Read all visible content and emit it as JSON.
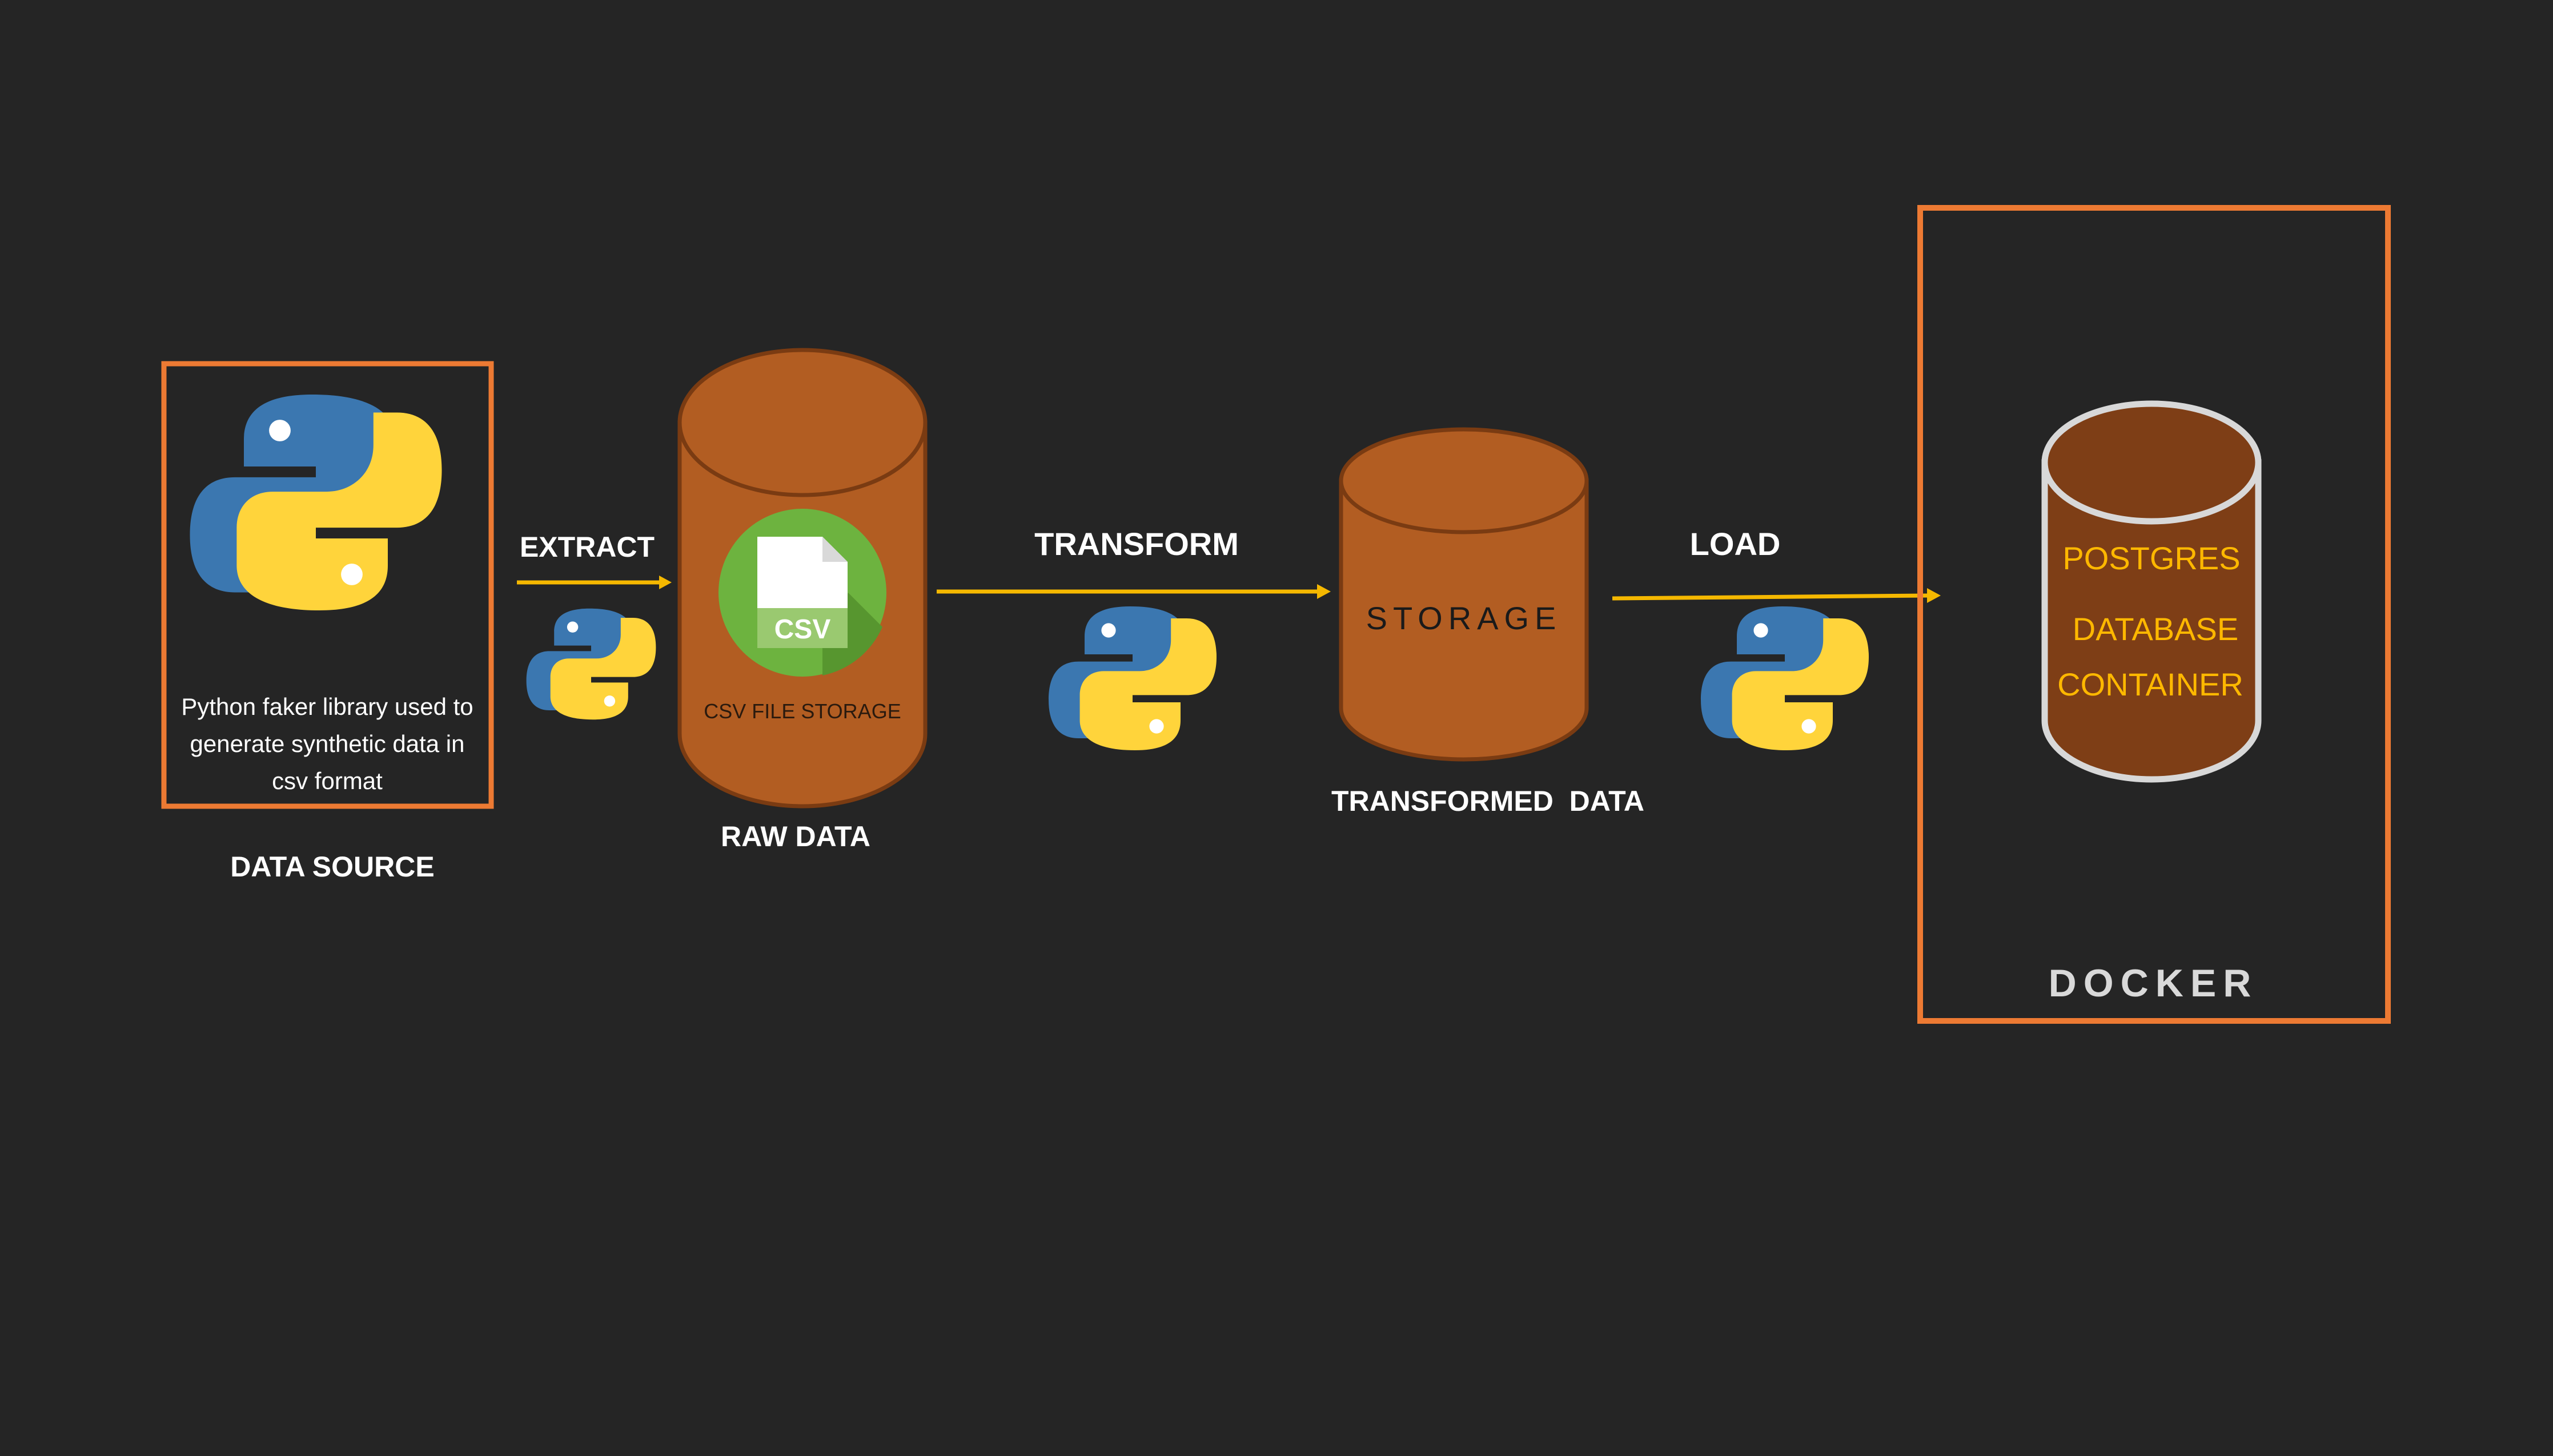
{
  "colors": {
    "background": "#252525",
    "frame_orange": "#ED7A33",
    "arrow_yellow": "#F5B800",
    "cylinder_fill": "#B25D22",
    "cylinder_top": "#B25D22",
    "cylinder_stroke": "#7A3B12",
    "db_fill": "#7E3E16",
    "db_stroke": "#D8D8D8",
    "db_text": "#FFB800",
    "label_white": "#FFFFFF",
    "docker_label": "#D9D9D9",
    "csv_green": "#6DB33F",
    "python_blue": "#3B77B0",
    "python_yellow": "#FFD43B"
  },
  "data_source": {
    "icon": "python-logo-icon",
    "description_lines": [
      "Python faker library used to",
      "generate synthetic data in",
      "csv format"
    ],
    "label": "DATA SOURCE"
  },
  "extract": {
    "label": "EXTRACT",
    "icon": "python-logo-icon"
  },
  "raw_data": {
    "icon": "csv-file-icon",
    "csv_badge": "CSV",
    "caption": "CSV FILE STORAGE",
    "label": "RAW DATA"
  },
  "transform": {
    "label": "TRANSFORM",
    "icon": "python-logo-icon"
  },
  "storage": {
    "text": "STORAGE",
    "label": "TRANSFORMED  DATA"
  },
  "load": {
    "label": "LOAD",
    "icon": "python-logo-icon"
  },
  "docker": {
    "db_lines": [
      "POSTGRES",
      "DATABASE",
      "CONTAINER"
    ],
    "label": "DOCKER"
  }
}
